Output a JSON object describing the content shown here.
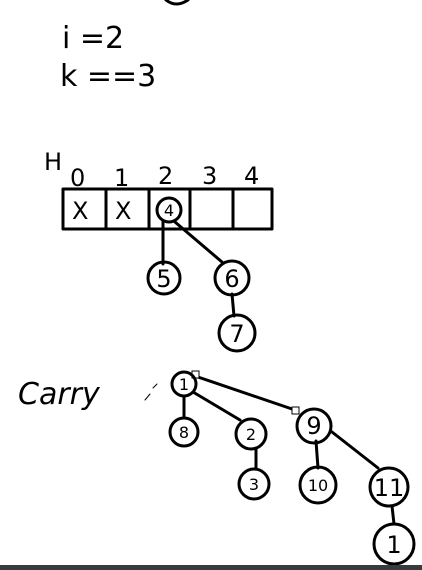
{
  "equations": {
    "line1": "i =2",
    "line2": "k ==3"
  },
  "array": {
    "name": "H",
    "indices": [
      "0",
      "1",
      "2",
      "3",
      "4"
    ],
    "cell_content": [
      "X",
      "X",
      "4",
      "",
      ""
    ]
  },
  "heap_tree": {
    "root": "4",
    "children": [
      "5",
      "6"
    ],
    "grandchild": "7"
  },
  "carry": {
    "label": "Carry",
    "root": "1",
    "child_8": "8",
    "child_2": "2",
    "child_9": "9",
    "leaf_3": "3",
    "leaf_10": "10",
    "node_11": "11",
    "leaf_1": "1"
  }
}
